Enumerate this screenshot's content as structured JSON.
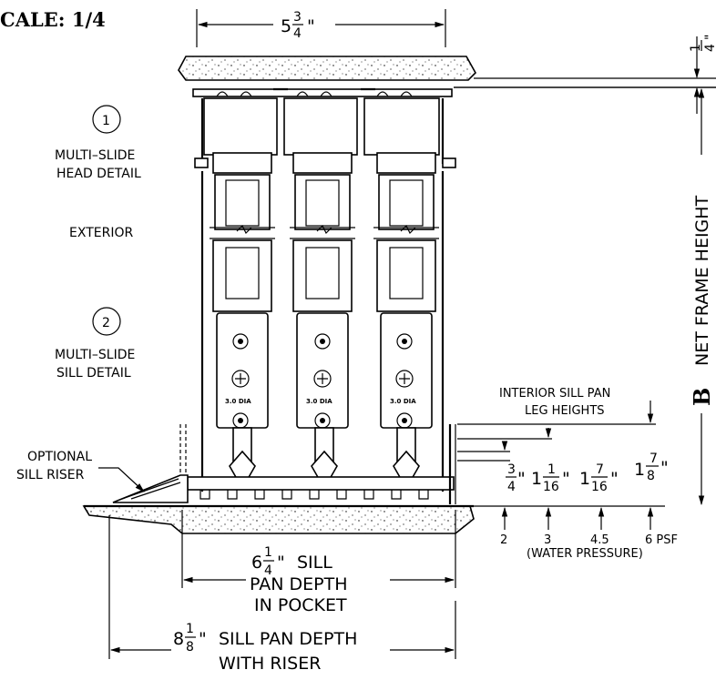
{
  "scale_label": "CALE: 1/4",
  "top_dim": {
    "whole": "5",
    "num": "3",
    "den": "4",
    "unit": "\""
  },
  "top_gap": {
    "num": "1",
    "den": "4",
    "unit": "\""
  },
  "callout_1": {
    "number": "1",
    "line1": "MULTI–SLIDE",
    "line2": "HEAD DETAIL"
  },
  "exterior_label": "EXTERIOR",
  "callout_2": {
    "number": "2",
    "line1": "MULTI–SLIDE",
    "line2": "SILL DETAIL"
  },
  "net_frame": {
    "letter": "B",
    "label": "NET FRAME HEIGHT"
  },
  "panel_label": "3.0 DIA",
  "optional_riser": {
    "line1": "OPTIONAL",
    "line2": "SILL RISER"
  },
  "leg_heights_title": {
    "line1": "INTERIOR SILL PAN",
    "line2": "LEG HEIGHTS"
  },
  "leg_heights": [
    {
      "whole": "",
      "num": "3",
      "den": "4",
      "unit": "\""
    },
    {
      "whole": "1",
      "num": "1",
      "den": "16",
      "unit": "\""
    },
    {
      "whole": "1",
      "num": "7",
      "den": "16",
      "unit": "\""
    },
    {
      "whole": "1",
      "num": "7",
      "den": "8",
      "unit": "\""
    }
  ],
  "psf_values": [
    "2",
    "3",
    "4.5",
    "6 PSF"
  ],
  "water_pressure": "(WATER PRESSURE)",
  "pocket_dim": {
    "whole": "6",
    "num": "1",
    "den": "4",
    "unit": "\"",
    "line1": "SILL",
    "line2": "PAN DEPTH",
    "line3": "IN POCKET"
  },
  "riser_dim": {
    "whole": "8",
    "num": "1",
    "den": "8",
    "unit": "\"",
    "line1": "SILL PAN DEPTH",
    "line2": "WITH RISER"
  }
}
